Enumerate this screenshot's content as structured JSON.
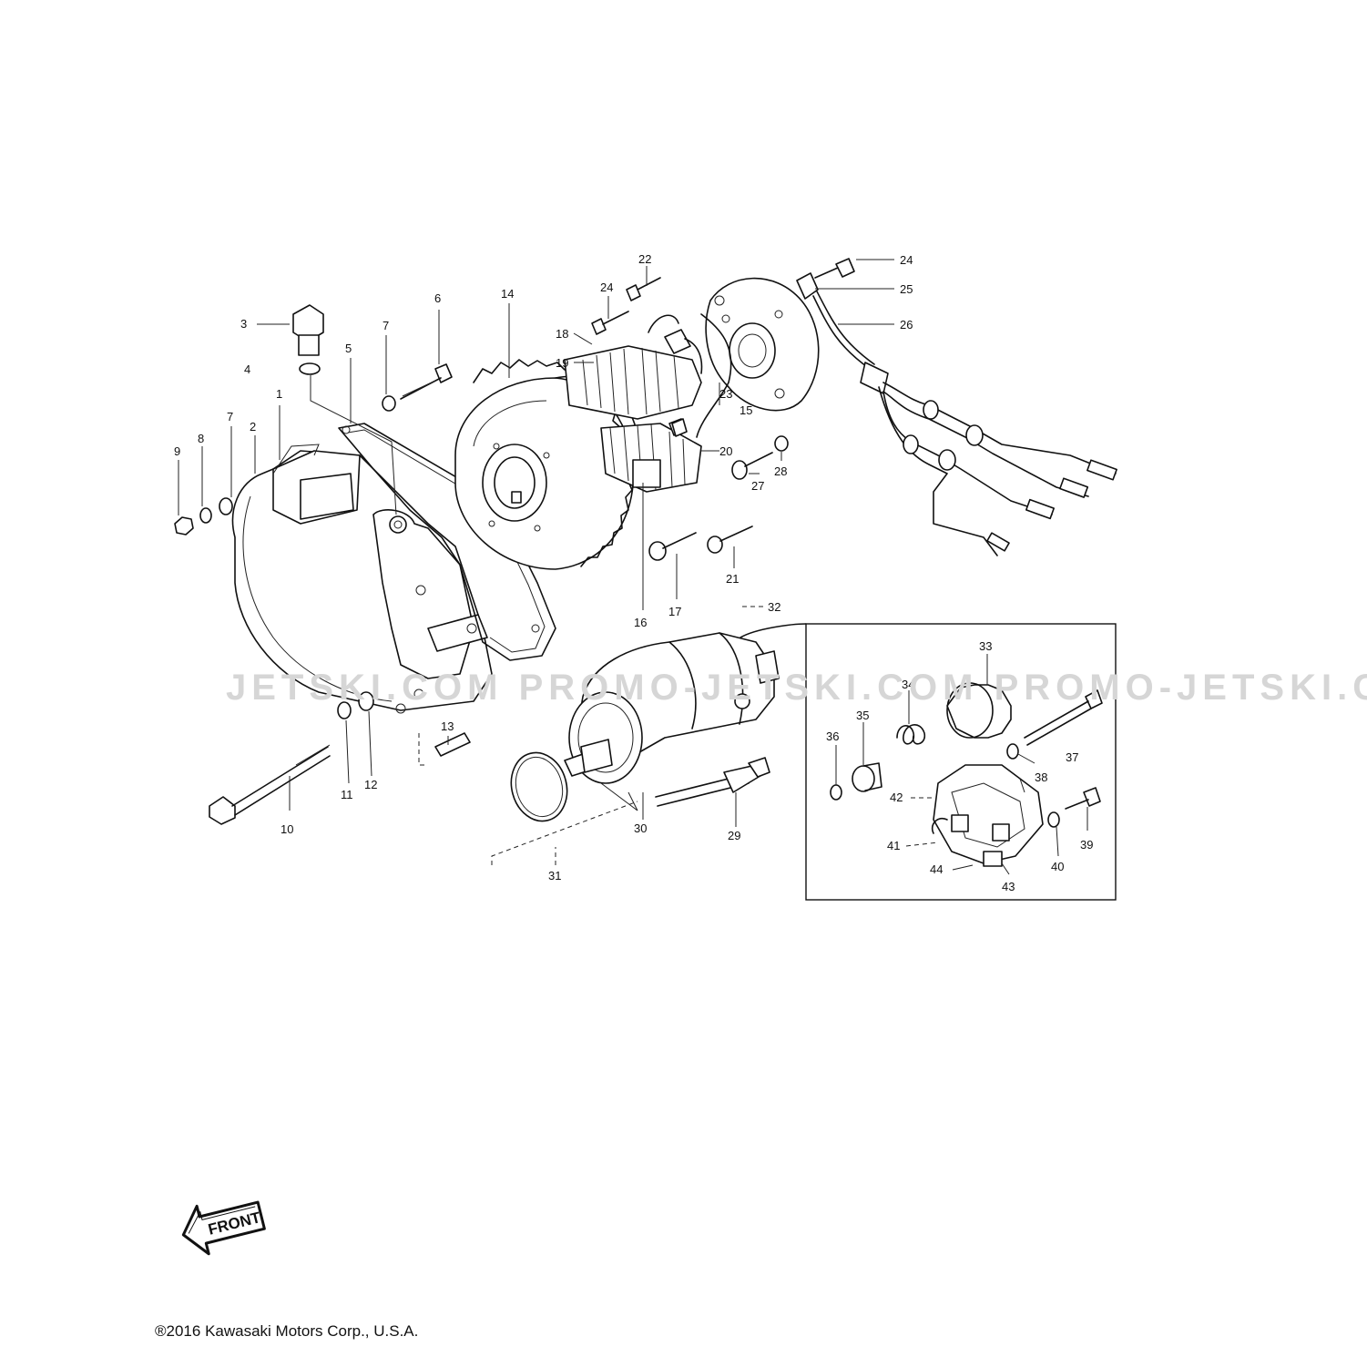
{
  "watermark": "JETSKI.COM PROMO-JETSKI.COM PROMO-JETSKI.COM",
  "front_arrow_label": "FRONT",
  "copyright": "®2016 Kawasaki Motors Corp., U.S.A.",
  "callouts": {
    "c1": "1",
    "c2": "2",
    "c3": "3",
    "c4": "4",
    "c5": "5",
    "c6": "6",
    "c7a": "7",
    "c7b": "7",
    "c8": "8",
    "c9": "9",
    "c10": "10",
    "c11": "11",
    "c12": "12",
    "c13": "13",
    "c14": "14",
    "c15": "15",
    "c16": "16",
    "c17": "17",
    "c18": "18",
    "c19": "19",
    "c20": "20",
    "c21": "21",
    "c22": "22",
    "c23": "23",
    "c24a": "24",
    "c24b": "24",
    "c25": "25",
    "c26": "26",
    "c27": "27",
    "c28": "28",
    "c29": "29",
    "c30": "30",
    "c31": "31",
    "c32": "32",
    "c33": "33",
    "c34": "34",
    "c35": "35",
    "c36": "36",
    "c37": "37",
    "c38": "38",
    "c39": "39",
    "c40": "40",
    "c41": "41",
    "c42": "42",
    "c43": "43",
    "c44": "44"
  }
}
